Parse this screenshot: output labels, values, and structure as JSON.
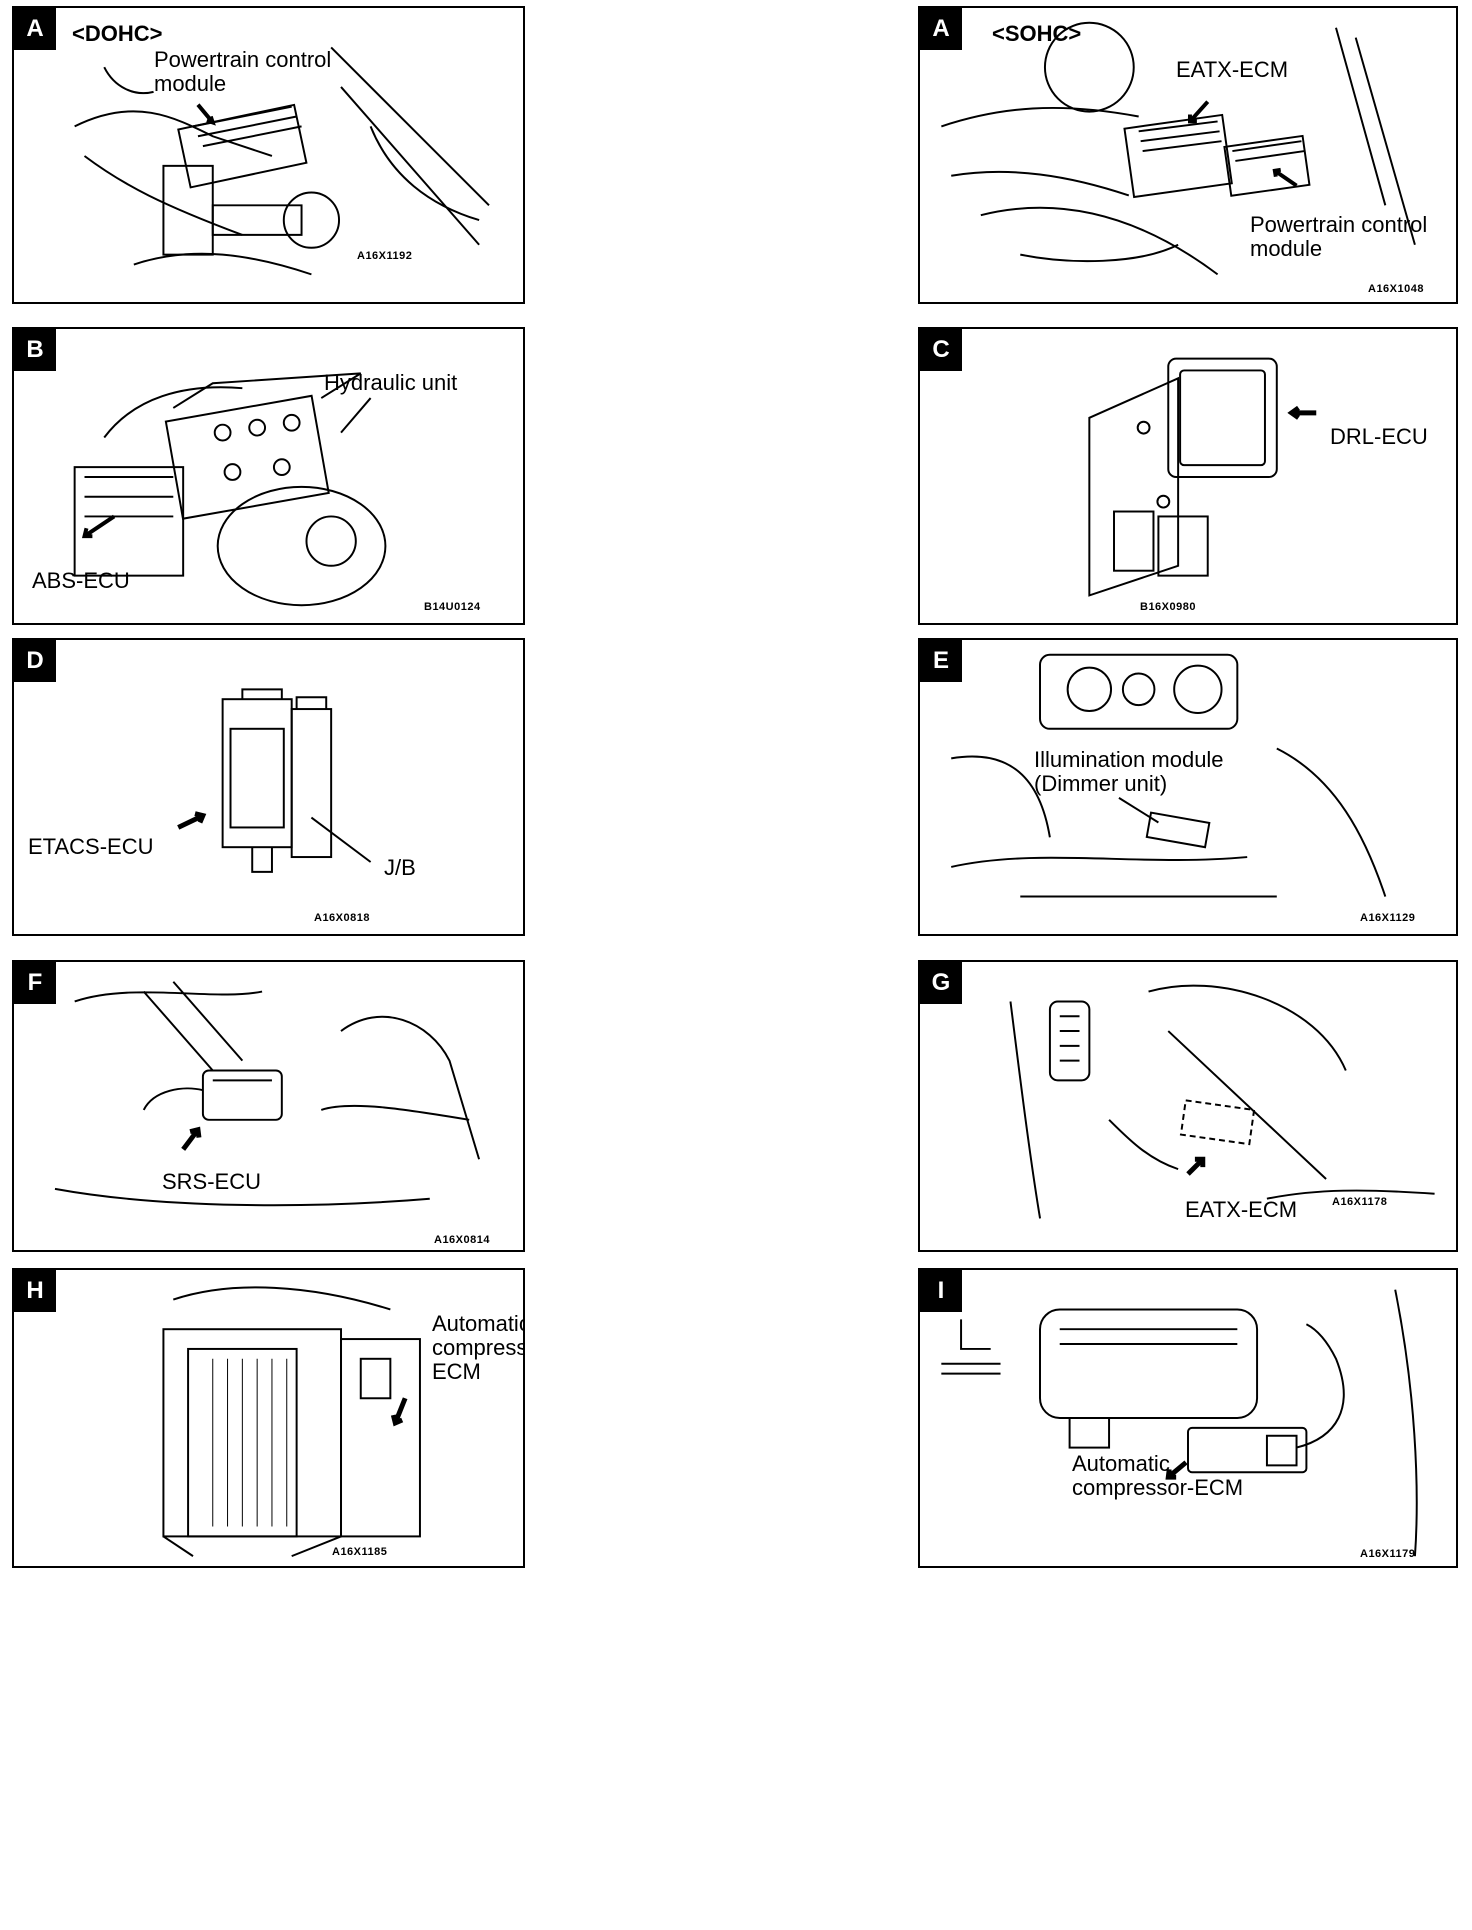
{
  "panels": {
    "a1": {
      "letter": "A",
      "variant": "<DOHC>",
      "label": "Powertrain control\nmodule",
      "code": "A16X1192"
    },
    "a2": {
      "letter": "A",
      "variant": "<SOHC>",
      "label_top": "EATX-ECM",
      "label": "Powertrain control\nmodule",
      "code": "A16X1048"
    },
    "b": {
      "letter": "B",
      "label_top": "Hydraulic unit",
      "label": "ABS-ECU",
      "code": "B14U0124"
    },
    "c": {
      "letter": "C",
      "label": "DRL-ECU",
      "code": "B16X0980"
    },
    "d": {
      "letter": "D",
      "label": "ETACS-ECU",
      "label_2": "J/B",
      "code": "A16X0818"
    },
    "e": {
      "letter": "E",
      "label": "Illumination module\n(Dimmer unit)",
      "code": "A16X1129"
    },
    "f": {
      "letter": "F",
      "label": "SRS-ECU",
      "code": "A16X0814"
    },
    "g": {
      "letter": "G",
      "label": "EATX-ECM",
      "code": "A16X1178"
    },
    "h": {
      "letter": "H",
      "label": "Automatic\ncompressor-\nECM",
      "code": "A16X1185"
    },
    "i": {
      "letter": "I",
      "label": "Automatic\ncompressor-ECM",
      "code": "A16X1179"
    }
  }
}
